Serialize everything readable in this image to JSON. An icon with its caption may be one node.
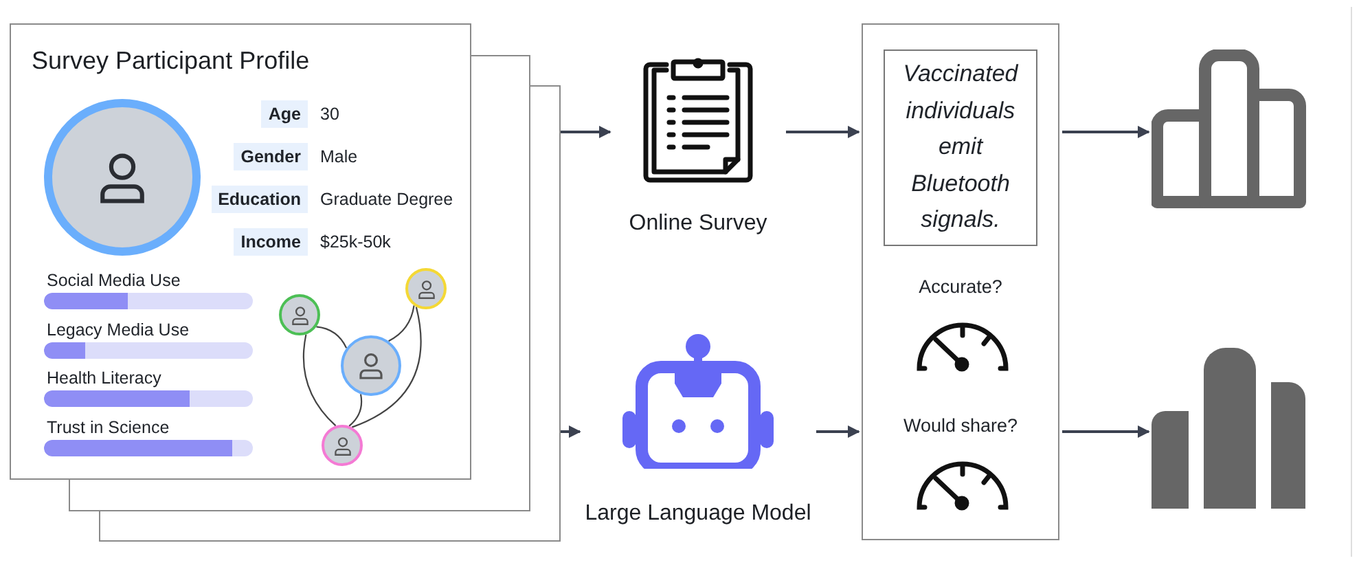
{
  "diagram": {
    "nodes": [
      {
        "text": [
          "Survey Participant Profile"
        ]
      },
      {
        "text": [],
        "shape": "circle",
        "in": 0
      },
      {
        "text": [],
        "shape": "circle",
        "in": 0
      },
      {
        "text": [],
        "shape": "circle",
        "in": 0
      },
      {
        "text": [],
        "shape": "circle",
        "in": 0
      },
      {
        "text": [],
        "shape": "circle",
        "in": 0
      },
      {
        "text": [
          "Online Survey"
        ]
      },
      {
        "text": [
          "Large Language Model"
        ]
      },
      {
        "text": [],
        "shape": "box"
      },
      {
        "text": [
          "Vaccinated individuals emit Bluetooth signals."
        ],
        "in": 8
      },
      {
        "text": [],
        "shape": "chart"
      },
      {
        "text": [],
        "shape": "chart"
      }
    ],
    "edges": [
      {
        "from": 0,
        "to": 6,
        "arrow": "to"
      },
      {
        "from": 0,
        "to": 7,
        "arrow": "to"
      },
      {
        "from": 6,
        "to": 8,
        "arrow": "to"
      },
      {
        "from": 7,
        "to": 8,
        "arrow": "to"
      },
      {
        "from": 8,
        "to": 10,
        "arrow": "to"
      },
      {
        "from": 8,
        "to": 11,
        "arrow": "to"
      },
      {
        "from": 2,
        "to": 4,
        "arrow": "none"
      },
      {
        "from": 2,
        "to": 5,
        "arrow": "none"
      },
      {
        "from": 3,
        "to": 4,
        "arrow": "none"
      },
      {
        "from": 3,
        "to": 5,
        "arrow": "none"
      },
      {
        "from": 4,
        "to": 5,
        "arrow": "none"
      }
    ],
    "labels": [
      "Age",
      "30",
      "Gender",
      "Male",
      "Education",
      "Graduate Degree",
      "Income",
      "$25k-50k",
      "Social Media Use",
      "Legacy Media Use",
      "Health Literacy",
      "Trust in Science",
      "Accurate?",
      "Would share?"
    ]
  }
}
